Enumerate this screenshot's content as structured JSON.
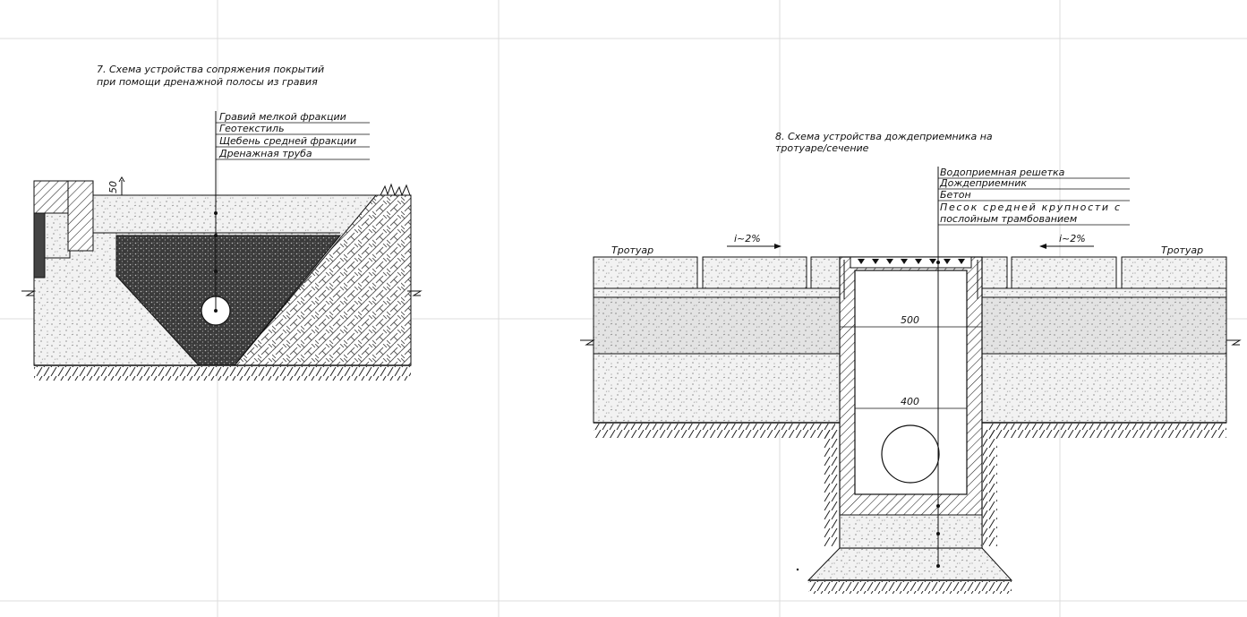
{
  "diagram7": {
    "title_line1": "7. Схема устройства сопряжения покрытий",
    "title_line2": "при помощи дренажной полосы из гравия",
    "leaders": [
      "Гравий мелкой фракции",
      "Геотекстиль",
      "Щебень средней фракции",
      "Дренажная труба"
    ],
    "dim_50": "50"
  },
  "diagram8": {
    "title_line1": "8. Схема устройства дождеприемника на",
    "title_line2": "тротуаре/сечение",
    "leaders": [
      "Водоприемная решетка",
      "Дождеприемник",
      "Бетон",
      "Песок средней крупности с",
      "послойным трамбованием"
    ],
    "slope_left": "i~2%",
    "slope_right": "i~2%",
    "sidewalk_left": "Тротуар",
    "sidewalk_right": "Тротуар",
    "dim_500": "500",
    "dim_400": "400"
  }
}
